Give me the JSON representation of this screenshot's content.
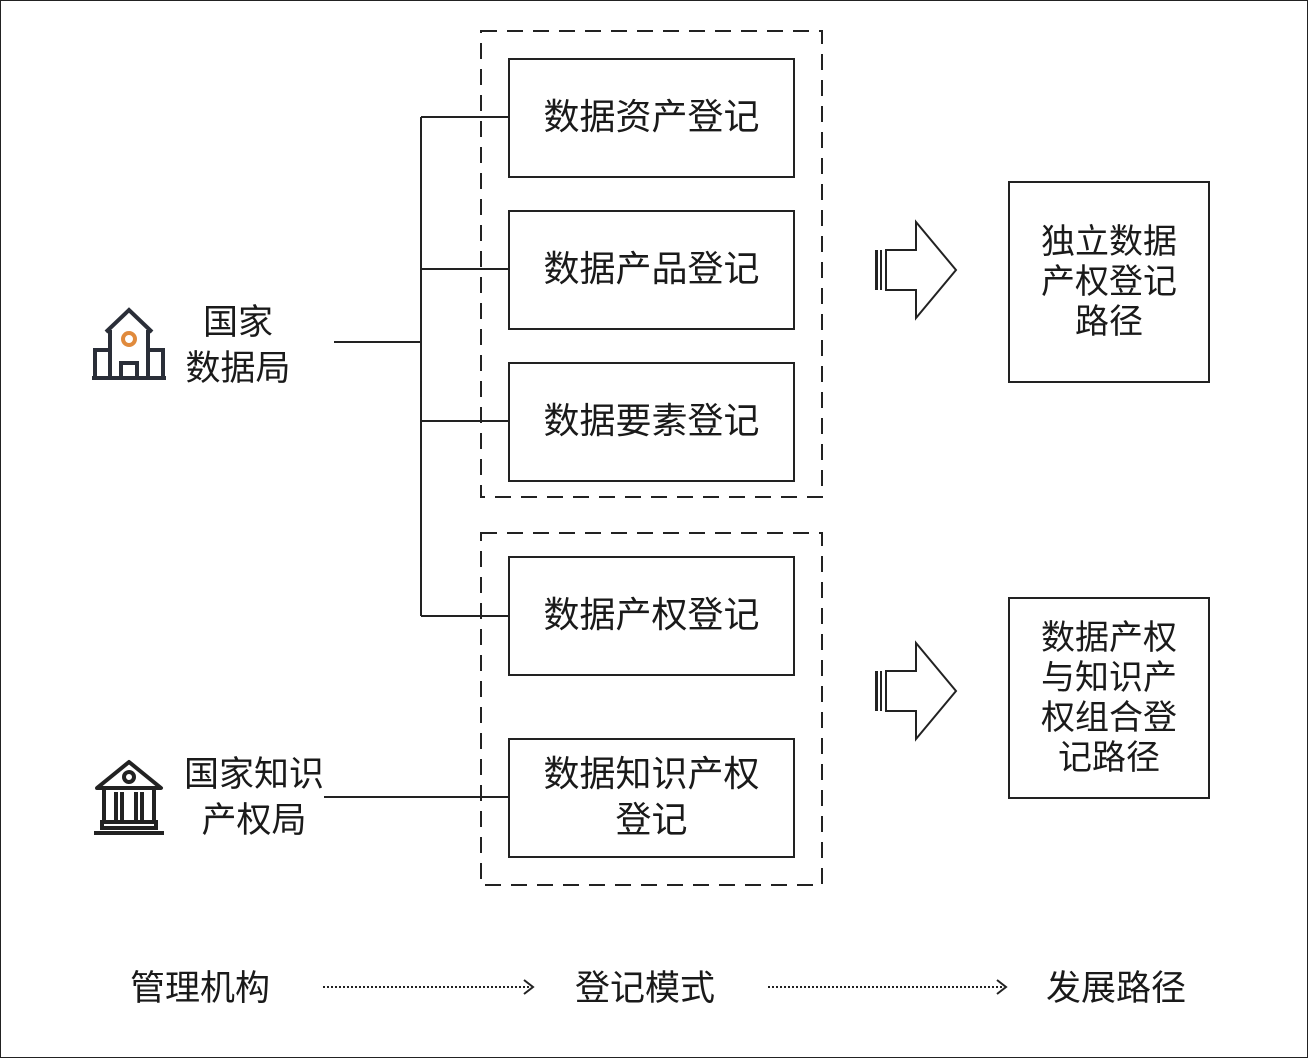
{
  "agencies": [
    {
      "name": "国家\n数据局",
      "icon": "government-building-icon"
    },
    {
      "name": "国家知识\n产权局",
      "icon": "courthouse-icon"
    }
  ],
  "registration_modes": {
    "group1": [
      "数据资产登记",
      "数据产品登记",
      "数据要素登记"
    ],
    "group2": [
      "数据产权登记",
      "数据知识产权\n登记"
    ]
  },
  "paths": [
    "独立数据\n产权登记\n路径",
    "数据产权\n与知识产\n权组合登\n记路径"
  ],
  "legend": {
    "stage1": "管理机构",
    "stage2": "登记模式",
    "stage3": "发展路径"
  },
  "colors": {
    "line": "#222222",
    "accent": "#e08a3c"
  }
}
